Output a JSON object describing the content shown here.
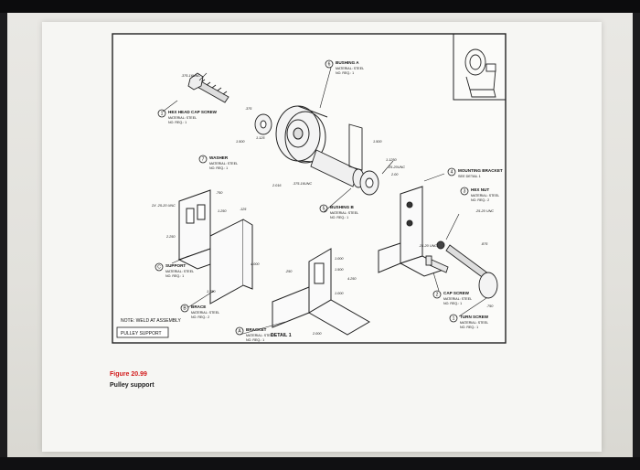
{
  "drawing": {
    "title_block": "PULLEY SUPPORT",
    "detail_title": "DETAIL 1",
    "note": "NOTE: WELD AT ASSEMBLY",
    "parts": [
      {
        "num": "1",
        "name": "HEX HEAD CAP SCREW",
        "material": "MATERIAL: STEEL",
        "req": "NO. REQ.: 1"
      },
      {
        "num": "6",
        "name": "BUSHING A",
        "material": "MATERIAL: STEEL",
        "req": "NO. REQ.: 1"
      },
      {
        "num": "7",
        "name": "WASHER",
        "material": "MATERIAL: STEEL",
        "req": "NO. REQ.: 1"
      },
      {
        "num": "4",
        "name": "MOUNTING BRACKET",
        "sub": "SEE DETAIL 1"
      },
      {
        "num": "3",
        "name": "HEX NUT",
        "material": "MATERIAL: STEEL",
        "req": "NO. REQ.: 2"
      },
      {
        "num": "5",
        "name": "BUSHING B",
        "material": "MATERIAL: STEEL",
        "req": "NO. REQ.: 1"
      },
      {
        "num": "C",
        "name": "SUPPORT",
        "material": "MATERIAL: STEEL",
        "req": "NO. REQ.: 1"
      },
      {
        "num": "B",
        "name": "BRACE",
        "material": "MATERIAL: STEEL",
        "req": "NO. REQ.: 2"
      },
      {
        "num": "A",
        "name": "BRACKET",
        "material": "MATERIAL: STEEL",
        "req": "NO. REQ.: 1"
      },
      {
        "num": "2",
        "name": "CAP SCREW",
        "material": "MATERIAL: STEEL",
        "req": "NO. REQ.: 1"
      },
      {
        "num": "1",
        "name": "TURN SCREW",
        "material": "MATERIAL: STEEL",
        "req": "NO. REQ.: 1"
      }
    ],
    "dims": {
      "d1": ".375-16UNC",
      "d2": ".375",
      "d3": "1.500",
      "d4": "1.125",
      "d5": "2.016",
      "d6": ".375-16UNC",
      "d7": "1.500",
      "d8": "2X .25-20 UNC",
      "d9": ".750",
      "d10": "1.250",
      "d11": ".125",
      "d12": "2.250",
      "d13": "4.000",
      "d14": "1.750",
      "d15": ".250",
      "d16": "1.500",
      "d17": "1.000",
      "d18": "2.000",
      "d19": "4.250",
      "d20": ".25-20 UNC",
      "d21": ".25-20 UNC",
      "d22": ".875",
      "d23": ".750",
      "d24": "1.1250",
      "d25": ".25-20UNC",
      "d26": "2.00",
      "d27": "1.000"
    }
  },
  "caption": {
    "number": "Figure 20.99",
    "text": "Pulley support"
  }
}
